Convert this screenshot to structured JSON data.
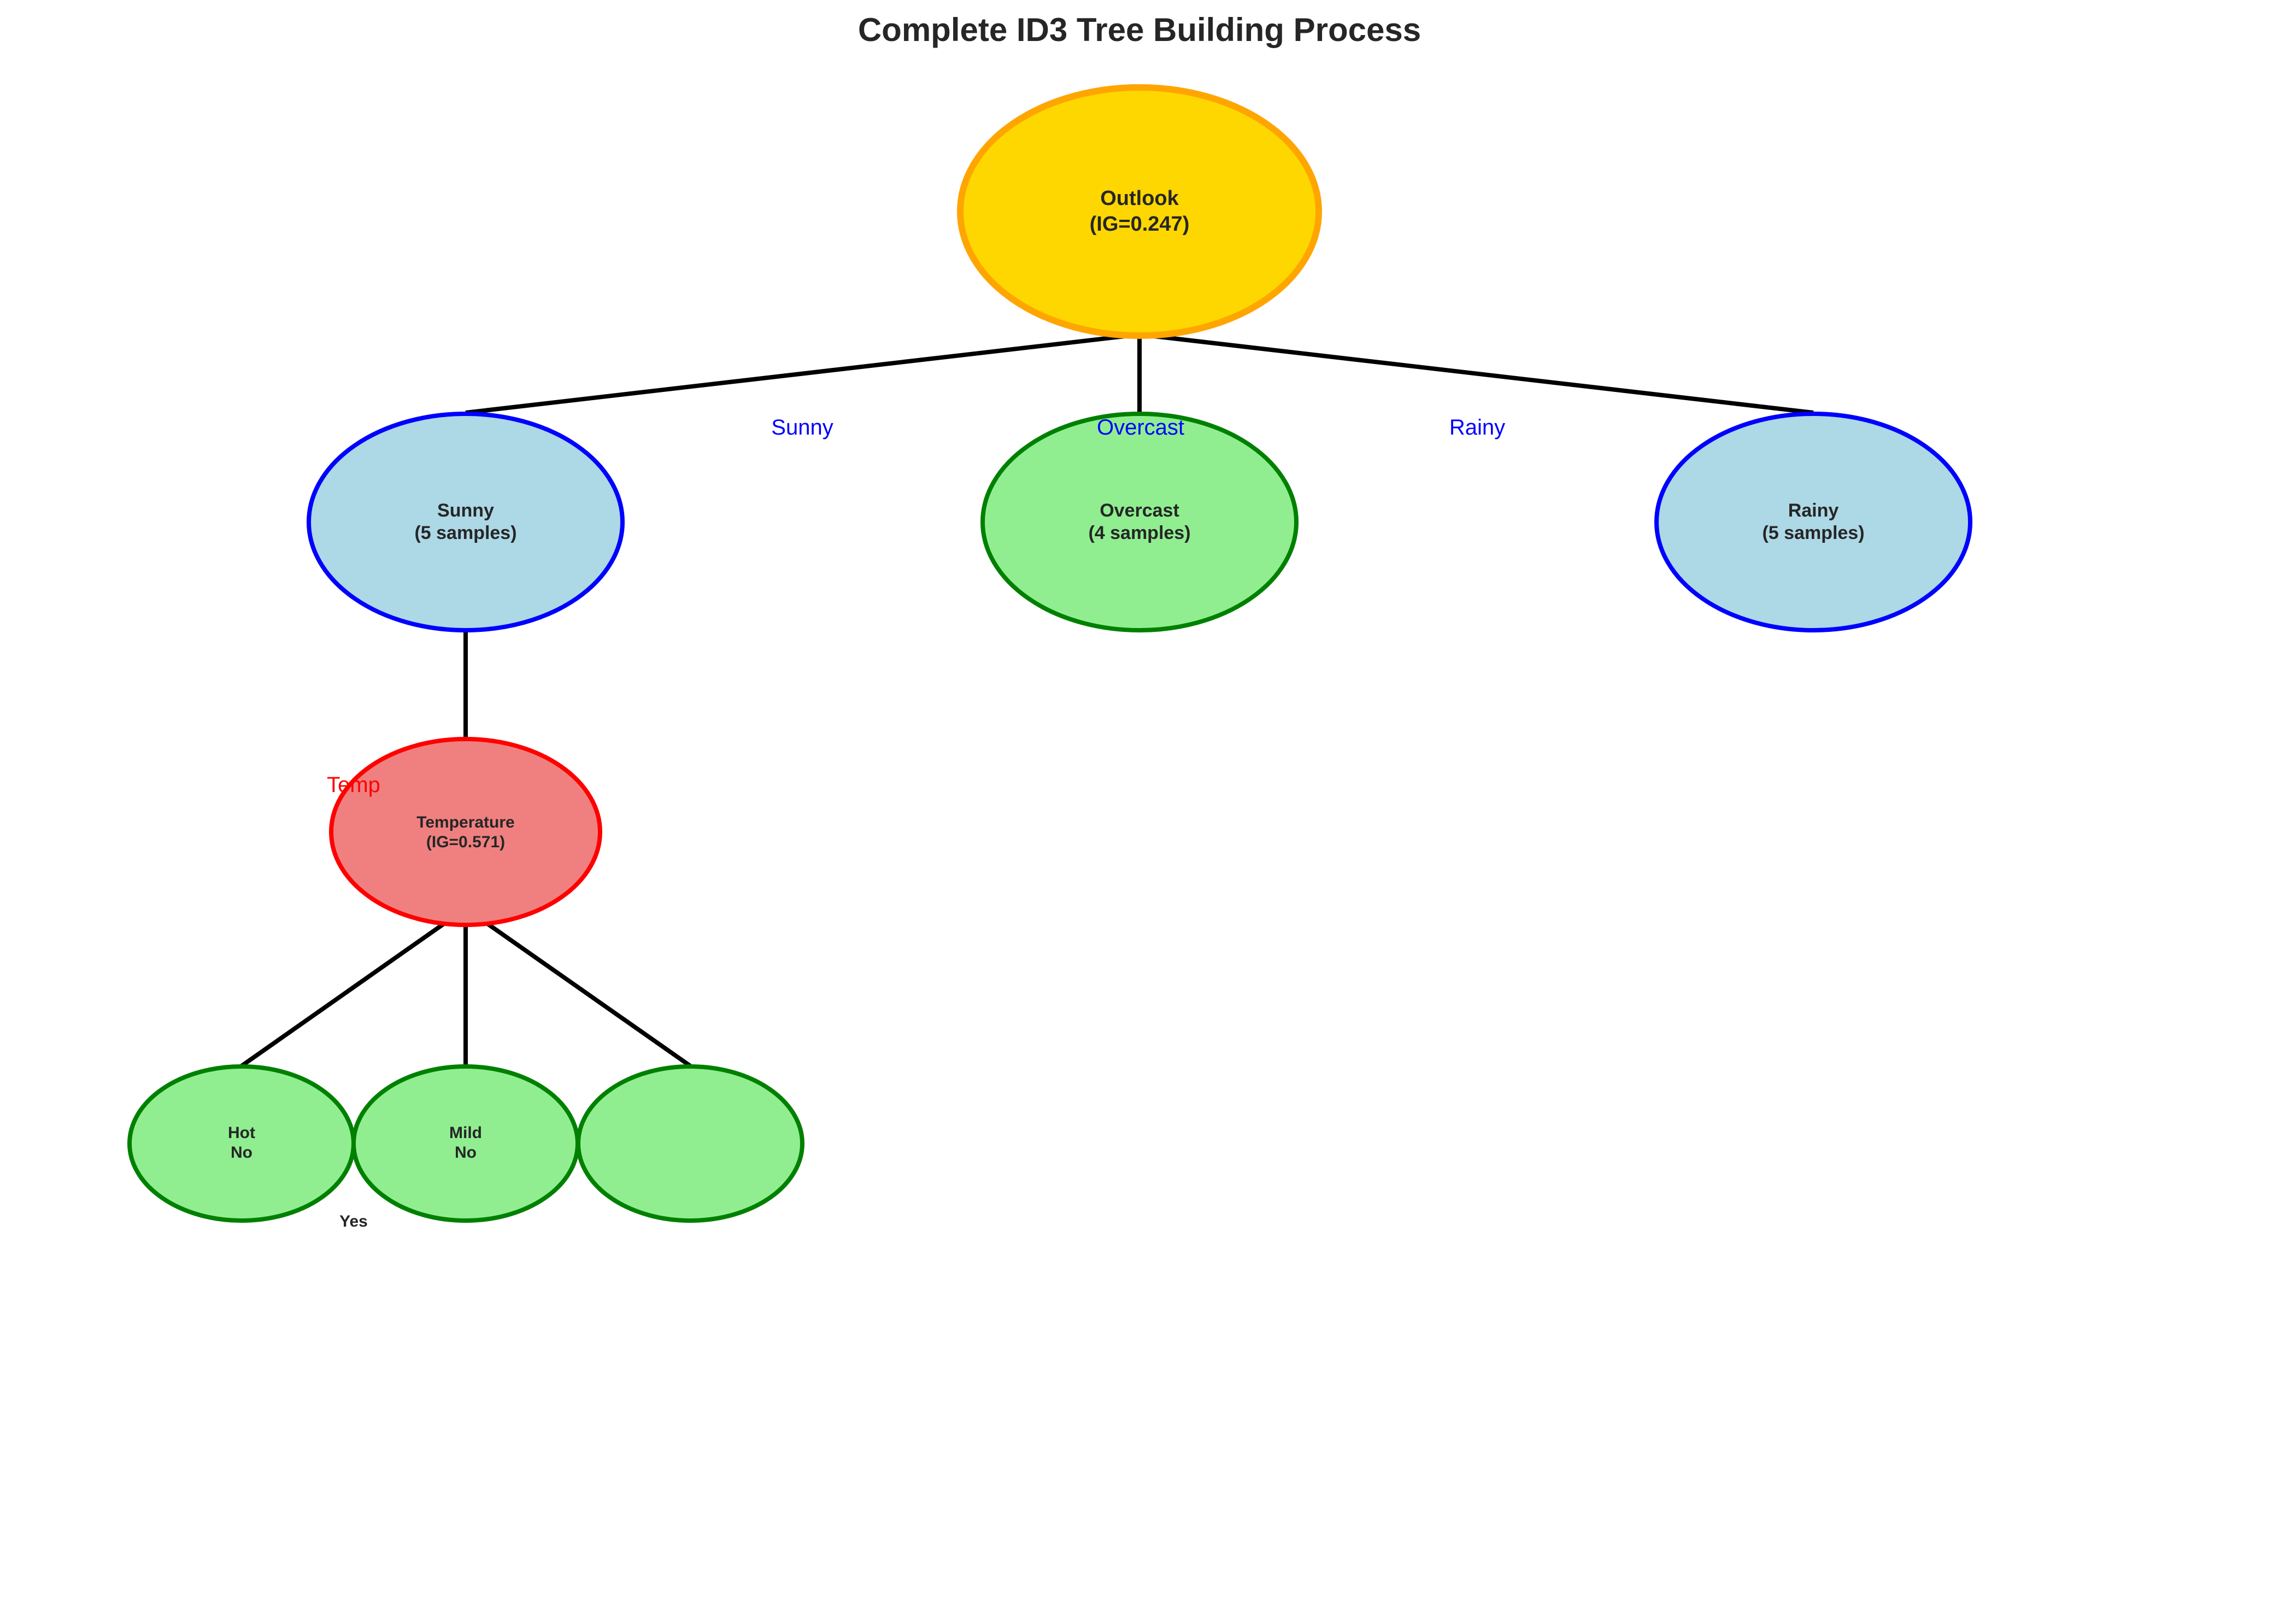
{
  "title": "Complete ID3 Tree Building Process",
  "colors": {
    "root_fill": "#FFD700",
    "root_stroke": "#FFA500",
    "branch_fill": "#ADD8E6",
    "branch_stroke": "#0000FF",
    "leaf_fill": "#90EE90",
    "leaf_stroke": "#008000",
    "split_fill": "#F08080",
    "split_stroke": "#FF0000",
    "edge": "#000000",
    "edge_label_blue": "#0000FF",
    "edge_label_red": "#FF0000"
  },
  "nodes": {
    "root": {
      "line1": "Outlook",
      "line2": "(IG=0.247)"
    },
    "sunny": {
      "line1": "Sunny",
      "line2": "(5 samples)"
    },
    "overcast": {
      "line1": "Overcast",
      "line2": "(4 samples)"
    },
    "rainy": {
      "line1": "Rainy",
      "line2": "(5 samples)"
    },
    "temperature": {
      "line1": "Temperature",
      "line2": "(IG=0.571)"
    },
    "hot": {
      "line1": "Hot",
      "line2": "No"
    },
    "mild": {
      "line1": "Mild",
      "line2": "No"
    },
    "cool": {
      "line1": "",
      "line2": ""
    }
  },
  "edge_labels": {
    "sunny": "Sunny",
    "overcast": "Overcast",
    "rainy": "Rainy",
    "temp": "Temp",
    "yes": "Yes"
  }
}
